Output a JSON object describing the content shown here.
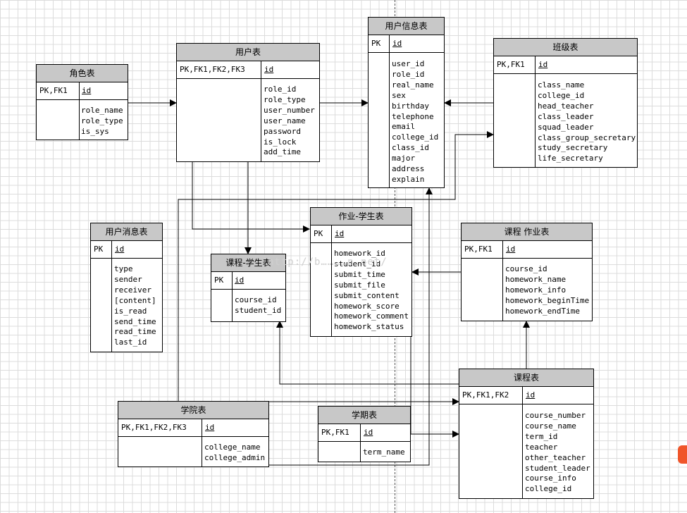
{
  "tables": {
    "role": {
      "title": "角色表",
      "pk_label": "PK,FK1",
      "pk_field": "id",
      "fields": [
        "role_name",
        "role_type",
        "is_sys"
      ]
    },
    "user": {
      "title": "用户表",
      "pk_label": "PK,FK1,FK2,FK3",
      "pk_field": "id",
      "fields": [
        "role_id",
        "role_type",
        "user_number",
        "user_name",
        "password",
        "is_lock",
        "add_time"
      ]
    },
    "user_info": {
      "title": "用户信息表",
      "pk_label": "PK",
      "pk_field": "id",
      "fields": [
        "user_id",
        "role_id",
        "real_name",
        "sex",
        "birthday",
        "telephone",
        "email",
        "college_id",
        "class_id",
        "major",
        "address",
        "explain"
      ]
    },
    "class": {
      "title": "班级表",
      "pk_label": "PK,FK1",
      "pk_field": "id",
      "fields": [
        "class_name",
        "college_id",
        "head_teacher",
        "class_leader",
        "squad_leader",
        "class_group_secretary",
        "study_secretary",
        "life_secretary"
      ]
    },
    "user_message": {
      "title": "用户消息表",
      "pk_label": "PK",
      "pk_field": "id",
      "fields": [
        "type",
        "sender",
        "receiver",
        "[content]",
        "is_read",
        "send_time",
        "read_time",
        "last_id"
      ]
    },
    "course_student": {
      "title": "课程-学生表",
      "pk_label": "PK",
      "pk_field": "id",
      "fields": [
        "course_id",
        "student_id"
      ]
    },
    "homework_student": {
      "title": "作业-学生表",
      "pk_label": "PK",
      "pk_field": "id",
      "fields": [
        "homework_id",
        "student_id",
        "submit_time",
        "submit_file",
        "submit_content",
        "homework_score",
        "homework_comment",
        "homework_status"
      ]
    },
    "course_homework": {
      "title": "课程 作业表",
      "pk_label": "PK,FK1",
      "pk_field": "id",
      "fields": [
        "course_id",
        "homework_name",
        "homework_info",
        "homework_beginTime",
        "homework_endTime"
      ]
    },
    "course": {
      "title": "课程表",
      "pk_label": "PK,FK1,FK2",
      "pk_field": "id",
      "fields": [
        "course_number",
        "course_name",
        "term_id",
        "teacher",
        "other_teacher",
        "student_leader",
        "course_info",
        "college_id"
      ]
    },
    "college": {
      "title": "学院表",
      "pk_label": "PK,FK1,FK2,FK3",
      "pk_field": "id",
      "fields": [
        "college_name",
        "college_admin"
      ]
    },
    "term": {
      "title": "学期表",
      "pk_label": "PK,FK1",
      "pk_field": "id",
      "fields": [
        "term_name"
      ]
    }
  },
  "watermark": "http://b…………n.net/",
  "colors": {
    "header": "#c8c8c8",
    "grid": "#dcdcdc",
    "line": "#000000"
  }
}
